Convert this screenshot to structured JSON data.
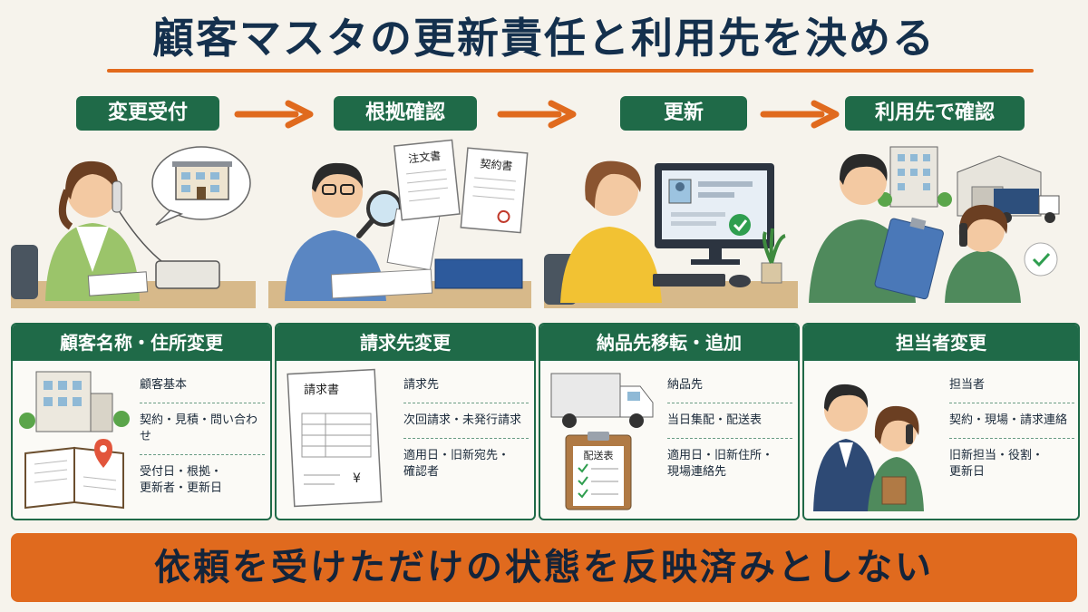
{
  "title": "顧客マスタの更新責任と利用先を決める",
  "steps": [
    {
      "label": "変更受付"
    },
    {
      "label": "根拠確認"
    },
    {
      "label": "更新"
    },
    {
      "label": "利用先で確認"
    }
  ],
  "documents": {
    "order": "注文書",
    "contract": "契約書"
  },
  "cards": [
    {
      "title": "顧客名称・住所変更",
      "items": [
        "顧客基本",
        "契約・見積・問い合わせ",
        "受付日・根拠・\n更新者・更新日"
      ]
    },
    {
      "title": "請求先変更",
      "art_label": "請求書",
      "art_mark": "¥",
      "items": [
        "請求先",
        "次回請求・未発行請求",
        "適用日・旧新宛先・\n確認者"
      ]
    },
    {
      "title": "納品先移転・追加",
      "art_label": "配送表",
      "items": [
        "納品先",
        "当日集配・配送表",
        "適用日・旧新住所・\n現場連絡先"
      ]
    },
    {
      "title": "担当者変更",
      "items": [
        "担当者",
        "契約・現場・請求連絡",
        "旧新担当・役割・\n更新日"
      ]
    }
  ],
  "banner": "依頼を受けただけの状態を反映済みとしない",
  "colors": {
    "green": "#1f6a48",
    "orange": "#e06a1e",
    "navy": "#14304d"
  }
}
